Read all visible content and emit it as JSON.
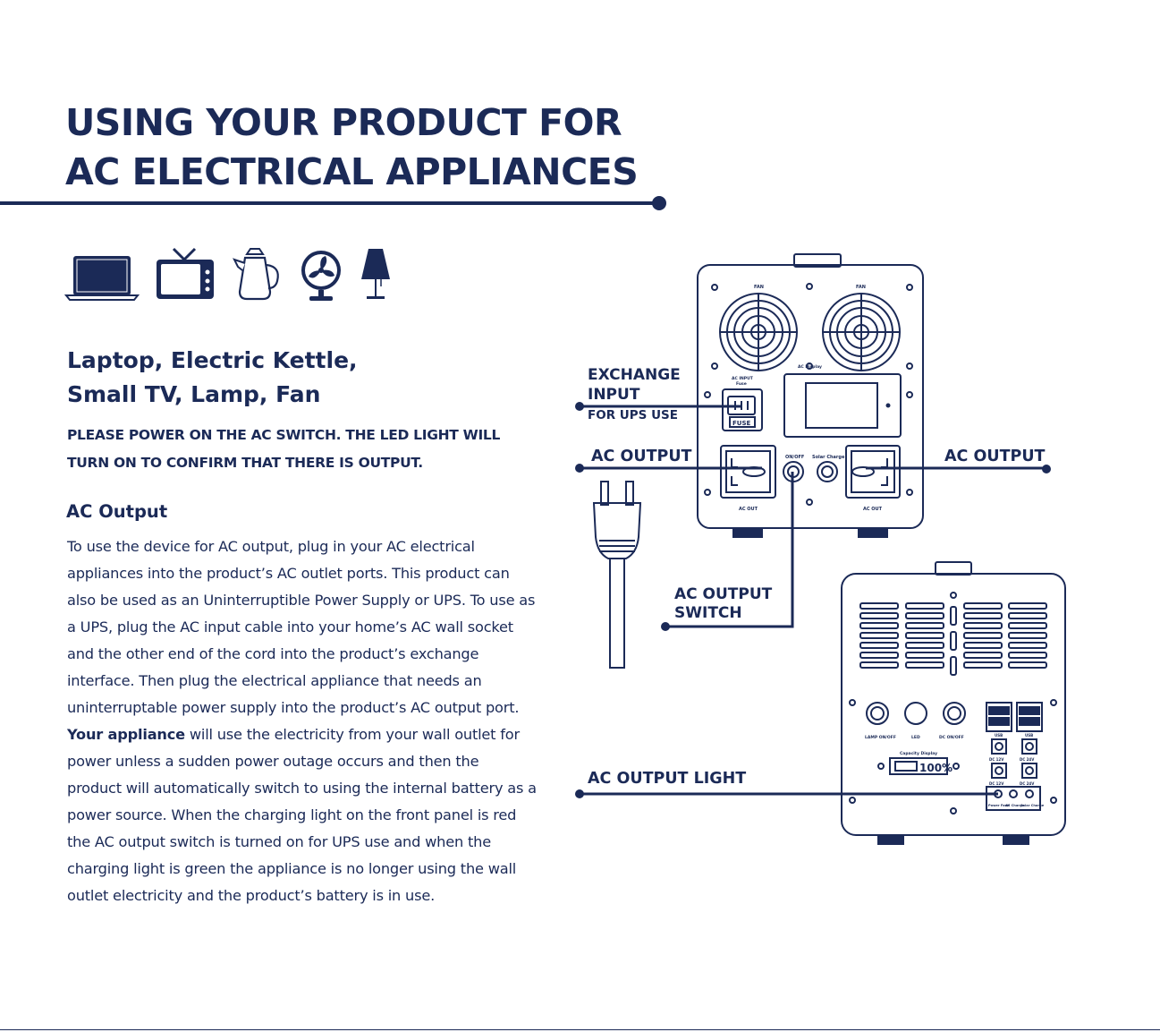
{
  "header": {
    "title_line1": "USING YOUR PRODUCT FOR",
    "title_line2": "AC ELECTRICAL APPLIANCES"
  },
  "appliance_icons": [
    "laptop-icon",
    "tv-icon",
    "kettle-icon",
    "fan-icon",
    "lamp-icon"
  ],
  "subtitle": {
    "line1": "Laptop, Electric Kettle,",
    "line2": "Small TV, Lamp, Fan"
  },
  "instruction": {
    "line1": "PLEASE POWER ON THE AC SWITCH. THE LED LIGHT WILL",
    "line2": "TURN ON TO CONFIRM THAT THERE IS OUTPUT."
  },
  "section": {
    "heading": "AC Output",
    "lines": [
      "To use the device for AC output, plug in your AC electrical",
      "appliances into the product’s AC outlet ports. This product can",
      "also be used as an Uninterruptible Power Supply or UPS. To use as",
      "a UPS, plug the AC input cable into your home’s AC wall socket",
      "and the other end of the cord into the product’s exchange",
      "interface. Then plug the electrical appliance that needs an",
      "uninterruptable power supply into the product’s AC output port."
    ],
    "line8_strong": "Your appliance",
    "line8_rest": " will use the electricity from your wall outlet for",
    "lines_after": [
      "power unless a sudden power outage occurs and then the",
      "product will automatically switch to using the internal battery as a",
      "power source. When the charging light on the front panel is red",
      "the AC output switch is turned on for UPS use and when the",
      "charging light is green the appliance is no longer using the wall",
      "outlet electricity and the product’s battery is in use."
    ]
  },
  "callouts": {
    "exchange_line1": "EXCHANGE",
    "exchange_line2": "INPUT",
    "ups_use": "FOR UPS USE",
    "ac_output_left": "AC OUTPUT",
    "ac_output_right": "AC OUTPUT",
    "switch_line1": "AC OUTPUT",
    "switch_line2": "SWITCH",
    "ac_output_light": "AC OUTPUT LIGHT"
  },
  "device_labels": {
    "fan_left": "FAN",
    "fan_right": "FAN",
    "ac_input": "AC INPUT",
    "fuse_small": "Fuse",
    "ac_display": "AC Display",
    "fuse": "FUSE",
    "on_off": "ON/OFF",
    "solar_charge": "Solar Charge",
    "ac_out_left": "AC OUT",
    "ac_out_right": "AC OUT",
    "lamp_on_off": "LAMP ON/OFF",
    "led": "LED",
    "dc_on_off": "DC ON/OFF",
    "usb": "USB",
    "usb2": "USB",
    "dc_12v": "DC 12V",
    "dc_12v_b": "DC 12V",
    "dc_24v": "DC 24V",
    "dc_24v_b": "DC 24V",
    "capacity_display": "Capacity Display",
    "capacity_value": "100%",
    "power_fault": "Power Fault",
    "ac_charge": "AC Charge",
    "solar_charge_front": "Solar Charge"
  },
  "colors": {
    "navy": "#1b2a57",
    "device_stroke": "#1b2a57",
    "background": "#ffffff"
  }
}
